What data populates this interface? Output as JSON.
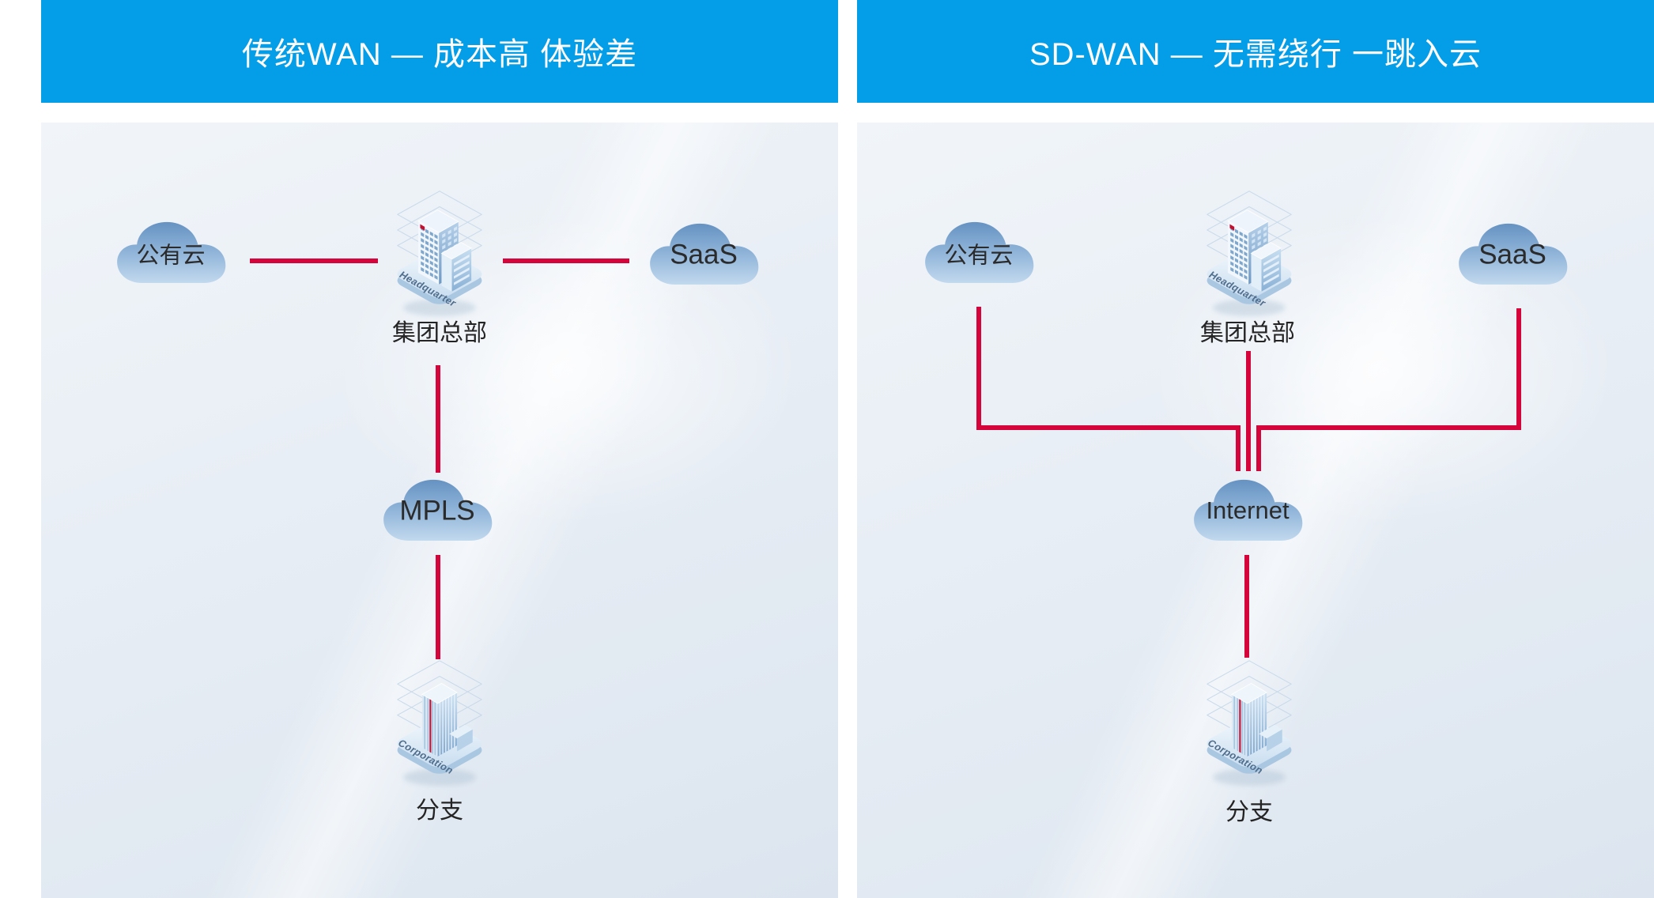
{
  "panels": {
    "left": {
      "header": "传统WAN — 成本高 体验差",
      "nodes": {
        "public_cloud": "公有云",
        "saas": "SaaS",
        "hq_label": "集团总部",
        "mpls": "MPLS",
        "branch_label": "分支"
      }
    },
    "right": {
      "header": "SD-WAN — 无需绕行 一跳入云",
      "nodes": {
        "public_cloud": "公有云",
        "saas": "SaaS",
        "hq_label": "集团总部",
        "internet": "Internet",
        "branch_label": "分支"
      }
    }
  },
  "icons": {
    "headquarter_caption": "Headquarter",
    "corporation_caption": "Corporation"
  },
  "colors": {
    "header_blue": "#049de8",
    "line_red": "#d5053c",
    "cloud_top": "#6592c2",
    "cloud_bottom": "#c2d9ee"
  }
}
